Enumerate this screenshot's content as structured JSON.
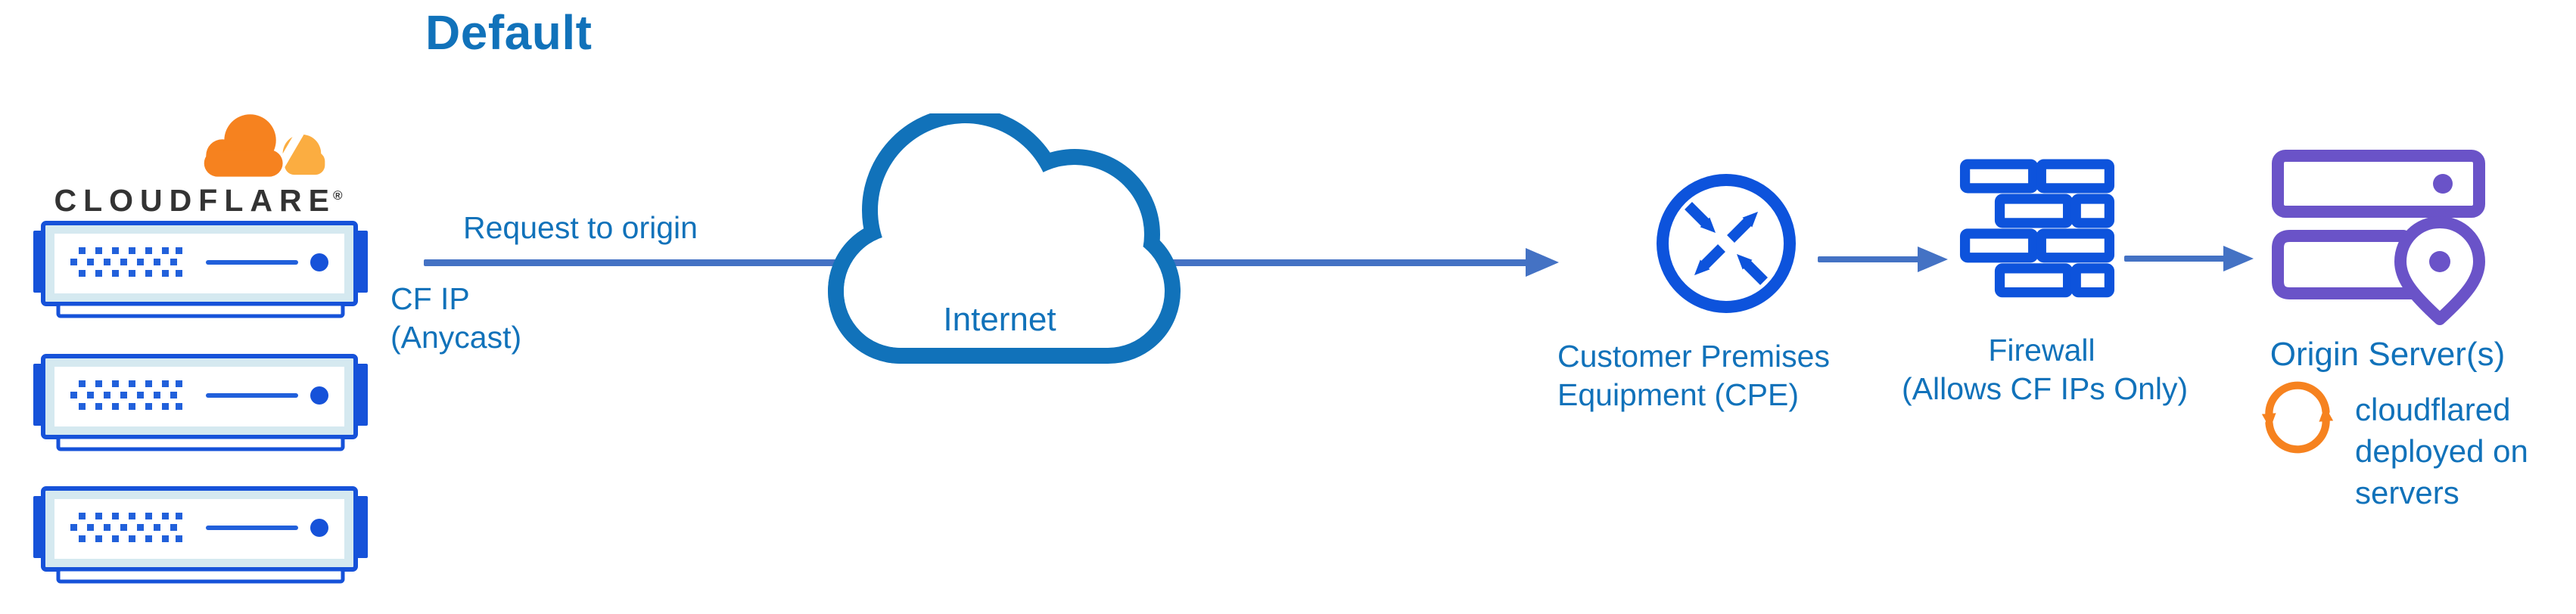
{
  "title": "Default",
  "logo": {
    "wordmark": "CLOUDFLARE",
    "registered_mark": "®"
  },
  "flow": {
    "request_label": "Request to origin",
    "cf_ip_line1": "CF IP",
    "cf_ip_line2": "(Anycast)",
    "internet_label": "Internet",
    "cpe_label_line1": "Customer Premises",
    "cpe_label_line2": "Equipment (CPE)",
    "firewall_label_line1": "Firewall",
    "firewall_label_line2": "(Allows CF IPs Only)",
    "origin_label": "Origin Server(s)",
    "cloudflared_note_line1": "cloudflared",
    "cloudflared_note_line2": "deployed on",
    "cloudflared_note_line3": "servers"
  },
  "icons": {
    "logo_icon": "cloudflare-cloud-logo",
    "edge_server_icon": "edge-server-icon",
    "internet_icon": "internet-cloud-icon",
    "cpe_icon": "router-arrows-icon",
    "firewall_icon": "brick-wall-icon",
    "origin_icon": "origin-servers-location-icon",
    "sync_icon": "sync-arrows-icon"
  },
  "colors": {
    "label_blue": "#1172BA",
    "arrow_blue": "#4472C4",
    "icon_blue": "#0D53DC",
    "server_panel_fill": "#D5E9F0",
    "origin_purple": "#6A53C8",
    "logo_orange": "#F6821F",
    "logo_orange_light": "#FBAD41",
    "wordmark_dark": "#333333"
  }
}
